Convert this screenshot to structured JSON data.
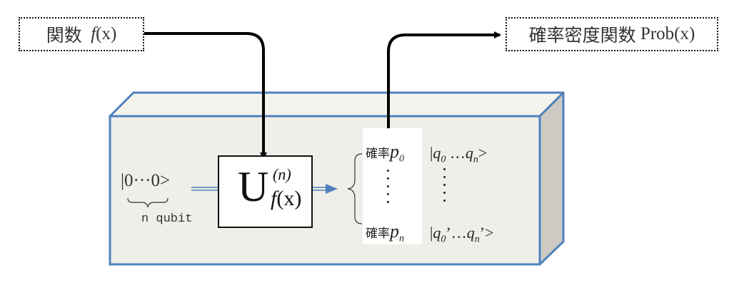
{
  "input_label": {
    "prefix": "関数",
    "func": "f",
    "arg": "(x)"
  },
  "output_label": {
    "prefix": "確率密度関数",
    "func": "Prob(x)"
  },
  "initial_state": {
    "ket": "|0···0>",
    "brace_label": "n qubit"
  },
  "operator": {
    "symbol": "U",
    "superscript": "(n)",
    "subscript_func": "f",
    "subscript_arg": "(x)"
  },
  "outcomes": [
    {
      "prob_prefix": "確率",
      "prob_symbol": "p",
      "prob_index": "0",
      "state_open": "|",
      "state_q1": "q",
      "state_i1": "0",
      "state_mid": " …",
      "state_q2": "q",
      "state_i2": "n",
      "state_close": ">"
    },
    {
      "prob_prefix": "確率",
      "prob_symbol": "p",
      "prob_index": "n",
      "state_open": "|",
      "state_q1": "q",
      "state_i1": "0",
      "state_mid": "’…",
      "state_q2": "q",
      "state_i2": "n",
      "state_close": "’>"
    }
  ],
  "colors": {
    "box_border": "#4f81bd",
    "box_front": "#efeee8",
    "box_top": "#f4f3ee",
    "box_side": "#cccac3",
    "arrow": "#000000",
    "double_arrow": "#4f81bd"
  }
}
